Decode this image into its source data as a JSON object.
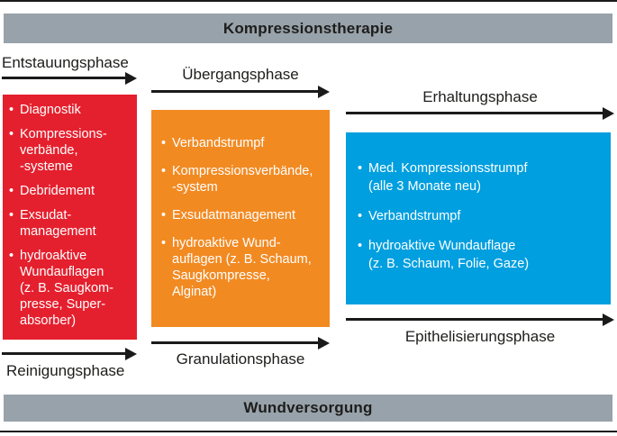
{
  "banners": {
    "top": "Kompressionstherapie",
    "bottom": "Wundversorgung"
  },
  "phases": {
    "top": [
      {
        "label": "Entstauungsphase"
      },
      {
        "label": "Übergangsphase"
      },
      {
        "label": "Erhaltungsphase"
      }
    ],
    "bottom": [
      {
        "label": "Reinigungsphase"
      },
      {
        "label": "Granulationsphase"
      },
      {
        "label": "Epithelisierungsphase"
      }
    ]
  },
  "boxes": {
    "entstauung": {
      "color": "#e5202e",
      "items": [
        "Diagnostik",
        "Kompressions-\nverbände,\n-systeme",
        "Debridement",
        "Exsudat-\nmanagement",
        "hydroaktive\nWundauflagen\n(z. B. Saugkom-\npresse, Super-\nabsorber)"
      ]
    },
    "uebergang": {
      "color": "#f28a22",
      "items": [
        "Verbandstrumpf",
        "Kompressionsverbände,\n-system",
        "Exsudatmanagement",
        "hydroaktive Wund-\nauflagen (z. B. Schaum,\nSaugkompresse,\nAlginat)"
      ]
    },
    "erhaltung": {
      "color": "#009fdf",
      "items": [
        "Med. Kompressionsstrumpf\n(alle 3 Monate neu)",
        "Verbandstrumpf",
        "hydroaktive Wundauflage\n(z. B. Schaum, Folie, Gaze)"
      ]
    }
  },
  "glyphs": {
    "bullet": "•"
  },
  "colors": {
    "banner_bg": "#98a2aa",
    "banner_text": "#1d1d1b",
    "arrow": "#1a1a1a",
    "box_text": "#ffffff"
  }
}
